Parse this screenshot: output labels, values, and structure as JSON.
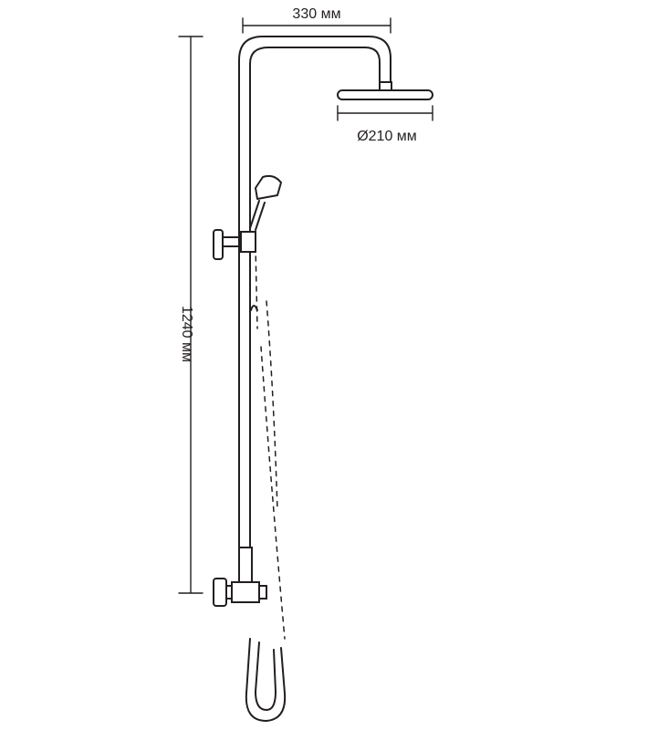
{
  "dimensions": {
    "width_label": "330 мм",
    "head_diameter_label": "Ø210 мм",
    "height_label": "1240 мм"
  },
  "colors": {
    "line": "#231f20",
    "background": "#ffffff"
  }
}
